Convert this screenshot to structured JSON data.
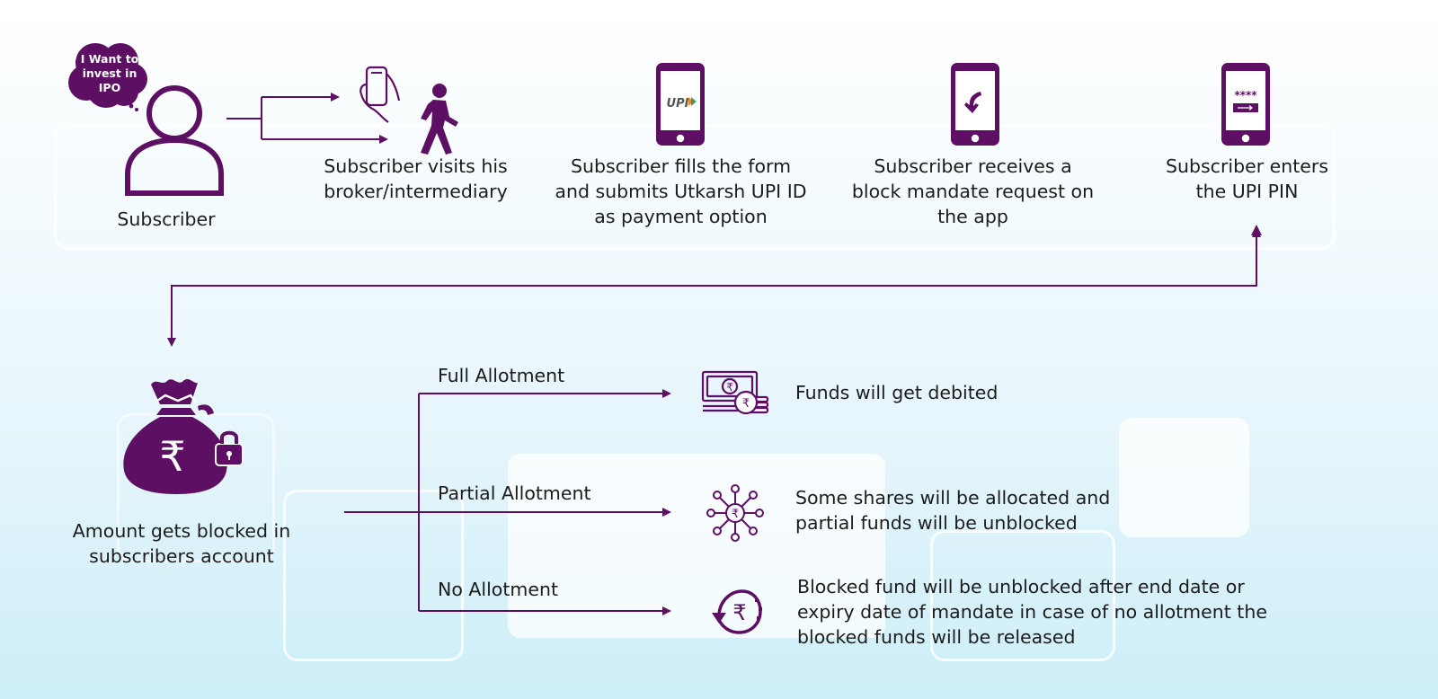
{
  "colors": {
    "accent": "#5c0f63",
    "background": "#e4f5fb"
  },
  "bubble": {
    "text": "I Want to invest in IPO"
  },
  "steps": [
    {
      "icon": "user-icon",
      "label": "Subscriber"
    },
    {
      "icon": "walking-person-icon",
      "label": "Subscriber visits his broker/intermediary"
    },
    {
      "icon": "upi-phone-icon",
      "label": "Subscriber fills the form and submits Utkarsh UPI ID as payment option"
    },
    {
      "icon": "mandate-phone-icon",
      "label": "Subscriber receives a block mandate request on the app"
    },
    {
      "icon": "pin-phone-icon",
      "label": "Subscriber enters the UPI PIN"
    }
  ],
  "upi_logo_text": "UPI",
  "pin_mask": "****",
  "blocked": {
    "icon": "money-bag-lock-icon",
    "label": "Amount gets blocked in subscribers account",
    "currency": "₹"
  },
  "outcomes": [
    {
      "branch": "Full Allotment",
      "icon": "cash-icon",
      "result": "Funds will get debited"
    },
    {
      "branch": "Partial Allotment",
      "icon": "network-rupee-icon",
      "result": "Some shares will be allocated and partial funds will be unblocked"
    },
    {
      "branch": "No Allotment",
      "icon": "refund-rupee-icon",
      "result": "Blocked fund will be unblocked after end date or expiry date of mandate in case of no allotment the blocked funds will be released"
    }
  ]
}
